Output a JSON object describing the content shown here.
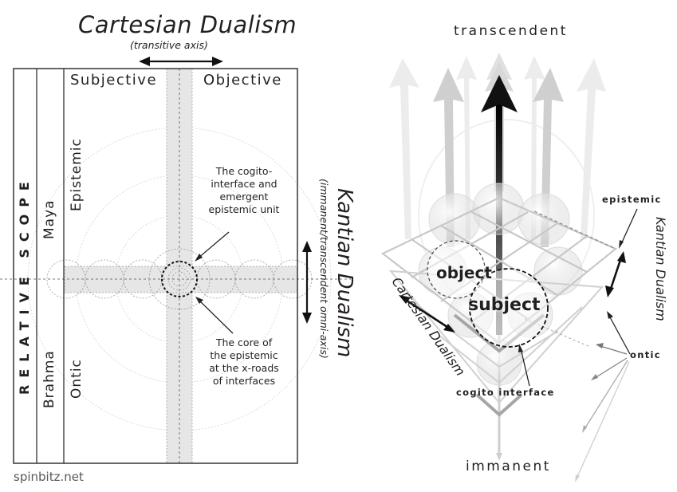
{
  "left_panel": {
    "title": "Cartesian Dualism",
    "subtitle": "(transitive axis)",
    "column_headers": {
      "subjective": "Subjective",
      "objective": "Objective"
    },
    "side_band": "RELATIVE SCOPE",
    "row_band_upper": "Maya",
    "row_band_lower": "Brahma",
    "row_label_upper": "Epistemic",
    "row_label_lower": "Ontic",
    "note_upper": [
      "The cogito-",
      "interface and",
      "emergent",
      "epistemic unit"
    ],
    "note_lower": [
      "The core of",
      "the epistemic",
      "at the x-roads",
      "of interfaces"
    ],
    "vertical_title": "Kantian Dualism",
    "vertical_subtitle": "(immanent/transcendent omni-axis)",
    "credit": "spinbitz.net"
  },
  "right_panel": {
    "top_label": "transcendent",
    "bottom_label": "immanent",
    "object_label": "object",
    "subject_label": "subject",
    "cartesian_label": "Cartesian Dualism",
    "kantian_label": "Kantian Dualism",
    "epistemic_label": "epistemic",
    "ontic_label": "ontic",
    "cogito_label": "cogito interface"
  },
  "colors": {
    "ink": "#231f20",
    "band_fill": "#e6e6e6",
    "faint_line": "#bdbdbd",
    "credit_text": "#58595b"
  }
}
